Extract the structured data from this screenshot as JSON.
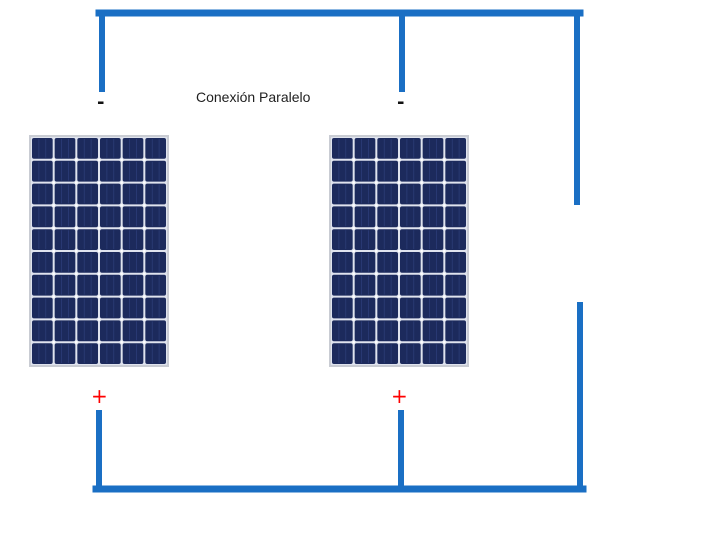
{
  "diagram": {
    "title": "Conexión Paralelo",
    "terminal_negative": "-",
    "terminal_positive": "+",
    "panel_count": 2,
    "panel_grid": {
      "columns": 6,
      "rows": 10
    },
    "colors": {
      "wire": "#1a6fc4",
      "negative_sign": "#111111",
      "positive_sign": "#ff0000",
      "panel_frame": "#c9ccd3",
      "panel_cell": "#1c2a5c",
      "panel_cell_highlight": "#2c3d78",
      "panel_gap": "#dfe3ee"
    }
  }
}
